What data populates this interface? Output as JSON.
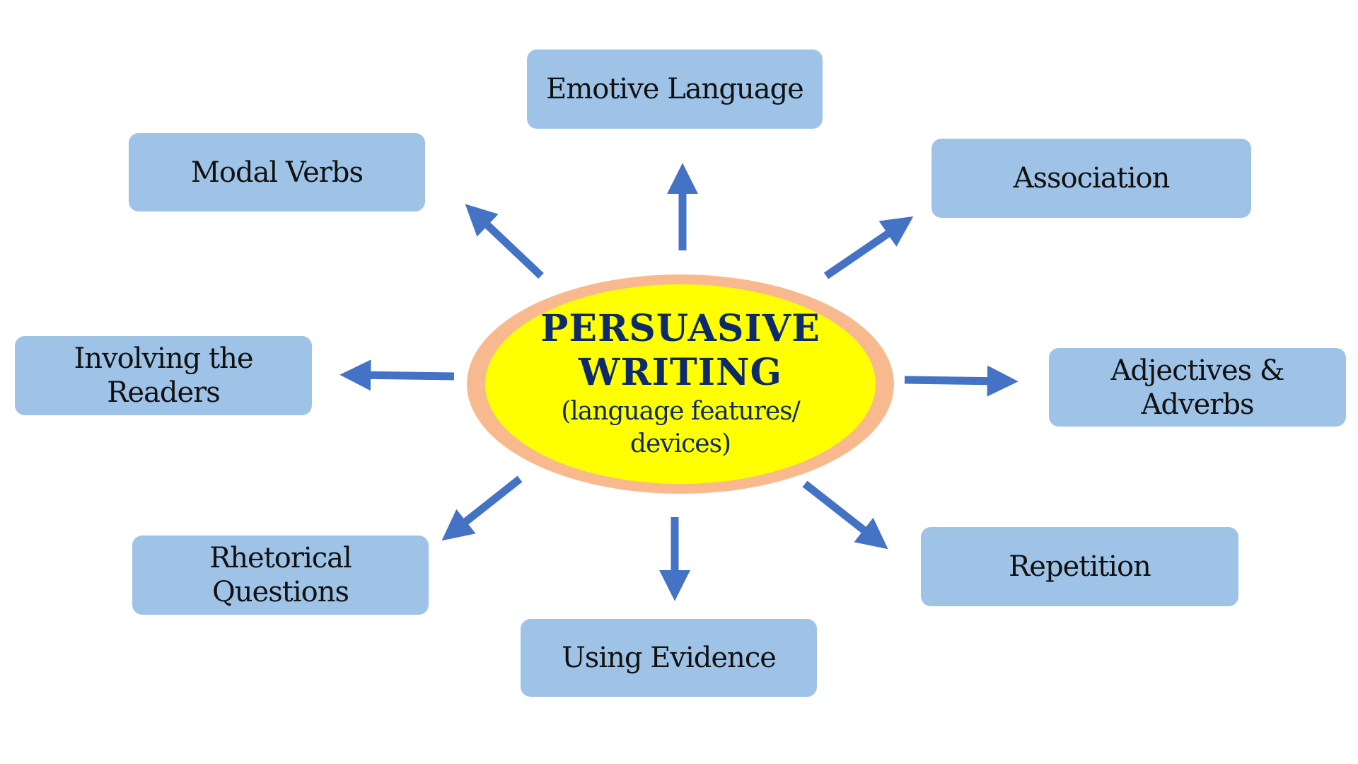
{
  "center": {
    "title_line1": "PERSUASIVE",
    "title_line2": "WRITING",
    "subtitle_line1": "(language features/",
    "subtitle_line2": "devices)",
    "fill_color": "#ffff00",
    "glow_color": "#f9b98f",
    "text_color": "#0d2a6b"
  },
  "nodes": [
    {
      "id": "emotive-language",
      "line1": "Emotive Language",
      "line2": ""
    },
    {
      "id": "modal-verbs",
      "line1": "Modal Verbs",
      "line2": ""
    },
    {
      "id": "association",
      "line1": "Association",
      "line2": ""
    },
    {
      "id": "involving-the-readers",
      "line1": "Involving the",
      "line2": "Readers"
    },
    {
      "id": "adjectives-adverbs",
      "line1": "Adjectives &",
      "line2": "Adverbs"
    },
    {
      "id": "rhetorical-questions",
      "line1": "Rhetorical",
      "line2": "Questions"
    },
    {
      "id": "repetition",
      "line1": "Repetition",
      "line2": ""
    },
    {
      "id": "using-evidence",
      "line1": "Using Evidence",
      "line2": ""
    }
  ],
  "colors": {
    "node_fill": "#9fc3e7",
    "arrow": "#4472c4",
    "background": "#ffffff"
  }
}
